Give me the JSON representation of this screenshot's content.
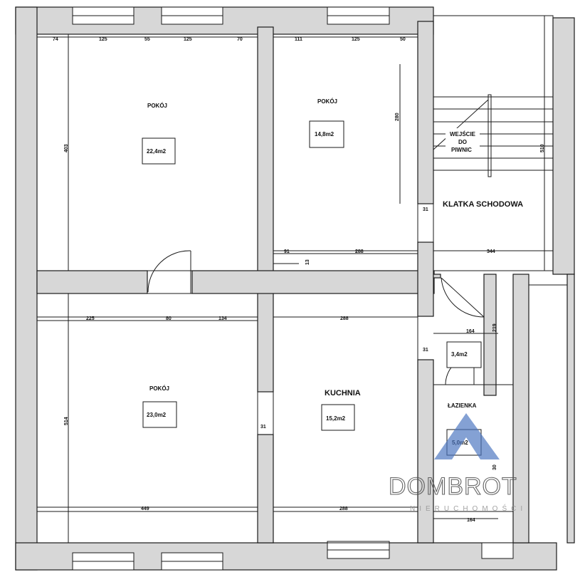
{
  "rooms": {
    "pokoj_nw": {
      "label": "POKÓJ",
      "area": "22,4m2"
    },
    "pokoj_ne": {
      "label": "POKÓJ",
      "area": "14,8m2"
    },
    "pokoj_sw": {
      "label": "POKÓJ",
      "area": "23,0m2"
    },
    "kuchnia": {
      "label": "KUCHNIA",
      "area": "15,2m2"
    },
    "lazienka": {
      "label": "ŁAZIENKA",
      "area": "5,0m2"
    },
    "przedpokoj": {
      "area": "3,4m2"
    },
    "klatka": {
      "label": "KLATKA SCHODOWA"
    },
    "piwnica": {
      "line1": "WEJŚCIE",
      "line2": "DO",
      "line3": "PIWNIC"
    }
  },
  "dimensions": {
    "d74": "74",
    "d125a": "125",
    "d55": "55",
    "d125b": "125",
    "d70": "70",
    "d111": "111",
    "d125c": "125",
    "d50": "50",
    "d403": "403",
    "d280": "280",
    "d510": "510",
    "d31a": "31",
    "d91": "91",
    "d13": "13",
    "d288a": "288",
    "d344": "344",
    "d225": "225",
    "d80": "80",
    "d134": "134",
    "d288b": "288",
    "d219": "219",
    "d164a": "164",
    "d31b": "31",
    "d514": "514",
    "d31c": "31",
    "d30": "30",
    "d449": "449",
    "d288c": "288",
    "d164b": "164"
  },
  "logo": {
    "name": "DOMBROT",
    "sub": "NIERUCHOMOŚCI",
    "accent": "#4a74c0"
  }
}
